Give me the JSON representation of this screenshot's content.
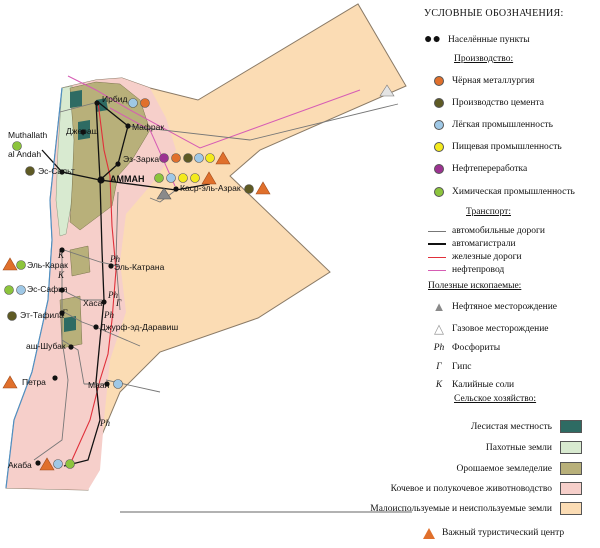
{
  "legend": {
    "title": "УСЛОВНЫЕ ОБОЗНАЧЕНИЯ:",
    "settlements": "Населённые пункты",
    "production": {
      "heading": "Производство:",
      "items": [
        {
          "label": "Чёрная металлургия",
          "color": "#e0702c"
        },
        {
          "label": "Производство цемента",
          "color": "#5e5a24"
        },
        {
          "label": "Лёгкая промышленность",
          "color": "#9fc8e6"
        },
        {
          "label": "Пищевая промышленность",
          "color": "#f4ea1e"
        },
        {
          "label": "Нефтепереработка",
          "color": "#9c3291"
        },
        {
          "label": "Химическая промышленность",
          "color": "#8cc43c"
        }
      ]
    },
    "transport": {
      "heading": "Транспорт:",
      "items": [
        {
          "label": "автомобильные дороги",
          "color": "#777777"
        },
        {
          "label": "автомагистрали",
          "color": "#111111"
        },
        {
          "label": "железные дороги",
          "color": "#e0303a"
        },
        {
          "label": "нефтепровод",
          "color": "#d65cb4"
        }
      ]
    },
    "minerals": {
      "heading": "Полезные ископаемые:",
      "items": [
        {
          "symbol": "▲",
          "label": "Нефтяное месторождение",
          "color": "#8a8a8a"
        },
        {
          "symbol": "△",
          "label": "Газовое месторождение",
          "color": "#cccccc"
        },
        {
          "symbol": "Ph",
          "label": "Фосфориты"
        },
        {
          "symbol": "Г",
          "label": "Гипс"
        },
        {
          "symbol": "К",
          "label": "Калийные соли"
        }
      ]
    },
    "agriculture": {
      "heading": "Сельское хозяйство:",
      "items": [
        {
          "label": "Лесистая местность",
          "color": "#2e6b63"
        },
        {
          "label": "Пахотные земли",
          "color": "#d8ead0"
        },
        {
          "label": "Орошаемое земледелие",
          "color": "#b8b07a"
        },
        {
          "label": "Кочевое и полукочевое животноводство",
          "color": "#f6cfca"
        },
        {
          "label": "Малоиспользуемые и неиспользуемые земли",
          "color": "#fbdcb4"
        }
      ]
    },
    "tourist": {
      "label": "Важный туристический центр",
      "color": "#e0702c"
    }
  },
  "cities": {
    "irbid": "Ирбид",
    "jerash": "Джераш",
    "mafraq": "Мафрак",
    "muthallath": "Muthallath",
    "al_andah": "al Andah",
    "salt": "Эс-Сальт",
    "zarqa": "Эз-Зарка",
    "amman": "АММАН",
    "azraq": "Каср-эль-Азрак",
    "karak": "Эль-Карак",
    "qatrana": "Эль-Катрана",
    "safiya": "Эс-Сафия",
    "hasa": "Хаса",
    "tafila": "Эт-Тафила",
    "daravish": "Джурф-эд-Даравиш",
    "shubak": "аш-Шубак",
    "petra": "Петра",
    "maan": "Маан",
    "aqaba": "Акаба"
  },
  "resource_labels": {
    "ph": "Ph",
    "g": "Г",
    "k": "К"
  }
}
